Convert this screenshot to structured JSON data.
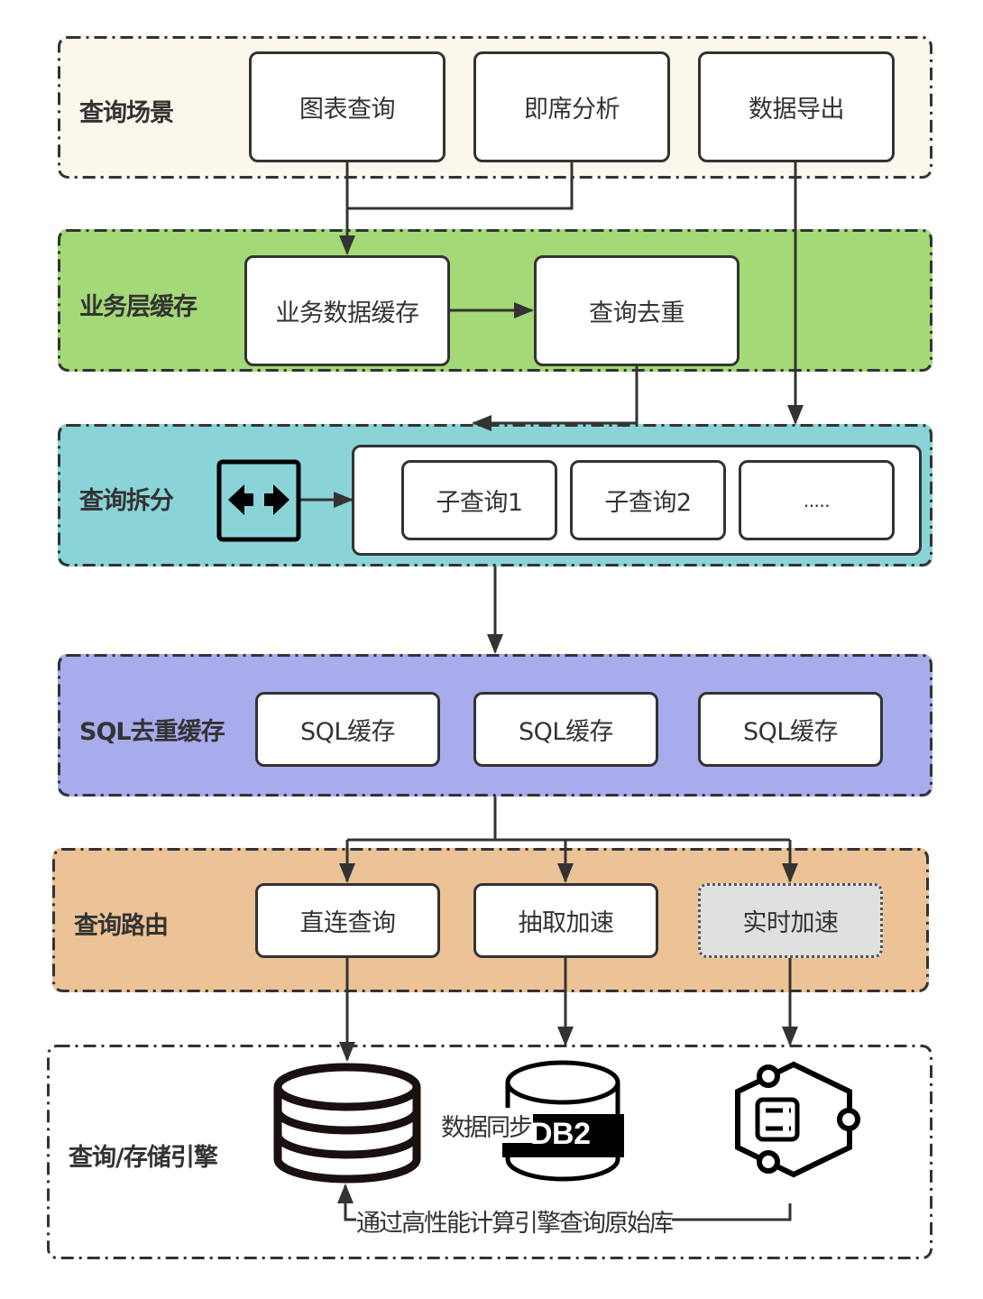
{
  "colors": {
    "scenario_bg": "#fbf7ec",
    "business_bg": "#a4d977",
    "split_bg": "#8ad4d7",
    "sql_bg": "#a8acec",
    "route_bg": "#ecc396",
    "engine_bg": "#ffffff",
    "border": "#333333",
    "realtime_bg": "#e0e0e0"
  },
  "layers": {
    "scenario": {
      "title": "查询场景",
      "nodes": [
        "图表查询",
        "即席分析",
        "数据导出"
      ]
    },
    "business_cache": {
      "title": "业务层缓存",
      "nodes": [
        "业务数据缓存",
        "查询去重"
      ]
    },
    "query_split": {
      "title": "查询拆分",
      "split_icon": "split-arrows-icon",
      "sub_queries": [
        "子查询1",
        "子查询2",
        "....."
      ]
    },
    "sql_cache": {
      "title": "SQL去重缓存",
      "nodes": [
        "SQL缓存",
        "SQL缓存",
        "SQL缓存"
      ]
    },
    "routing": {
      "title": "查询路由",
      "nodes": [
        "直连查询",
        "抽取加速",
        "实时加速"
      ]
    },
    "engine": {
      "title": "查询/存储引擎",
      "icons": [
        "database-icon",
        "db2-database-icon",
        "compute-engine-icon"
      ],
      "db2_label": "DB2",
      "sync_label": "数据同步",
      "compute_label": "通过高性能计算引擎查询原始库"
    }
  }
}
